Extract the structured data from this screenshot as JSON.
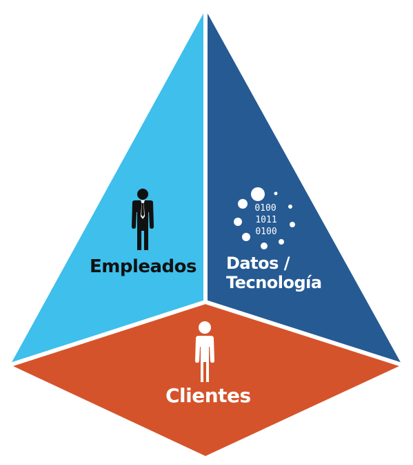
{
  "diagram": {
    "faces": [
      {
        "id": "left",
        "label": "Empleados",
        "color": "#3ebfec",
        "icon": "businessman-icon",
        "label_color": "#111111"
      },
      {
        "id": "right",
        "label_line1": "Datos /",
        "label_line2": "Tecnología",
        "color": "#265a93",
        "icon": "binary-data-icon",
        "label_color": "#ffffff"
      },
      {
        "id": "bottom",
        "label": "Clientes",
        "color": "#d5532b",
        "icon": "person-icon",
        "label_color": "#ffffff"
      }
    ],
    "binary_rows": [
      "0100",
      "1011",
      "0100"
    ]
  }
}
